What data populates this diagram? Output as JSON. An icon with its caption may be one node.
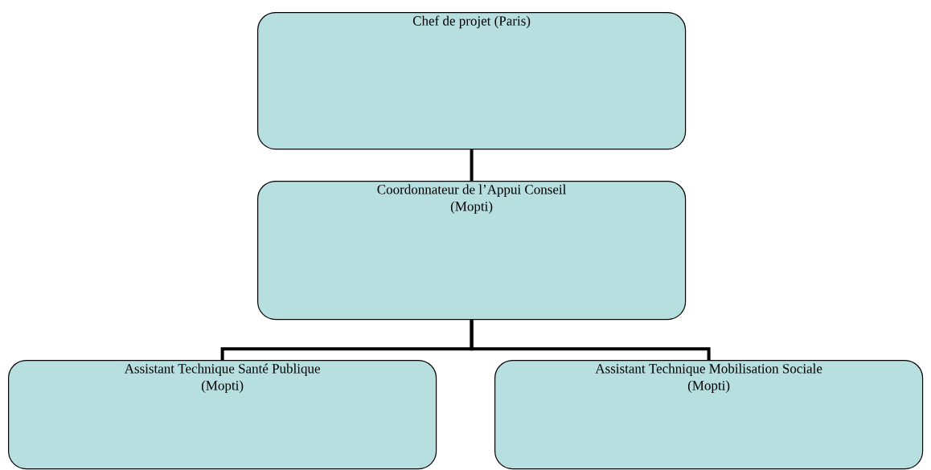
{
  "diagram": {
    "nodes": [
      {
        "text": [
          "Chef de projet (Paris)"
        ]
      },
      {
        "text": [
          "Coordonnateur de l’Appui Conseil (Mopti)"
        ]
      },
      {
        "text": [
          "Assistant Technique Santé Publique (Mopti)"
        ]
      },
      {
        "text": [
          "Assistant Technique Mobilisation Sociale (Mopti)"
        ]
      }
    ],
    "edges": [
      {
        "from": 0,
        "to": 1,
        "arrow": "none"
      },
      {
        "from": 1,
        "to": 2,
        "arrow": "none"
      },
      {
        "from": 1,
        "to": 3,
        "arrow": "none"
      }
    ]
  }
}
